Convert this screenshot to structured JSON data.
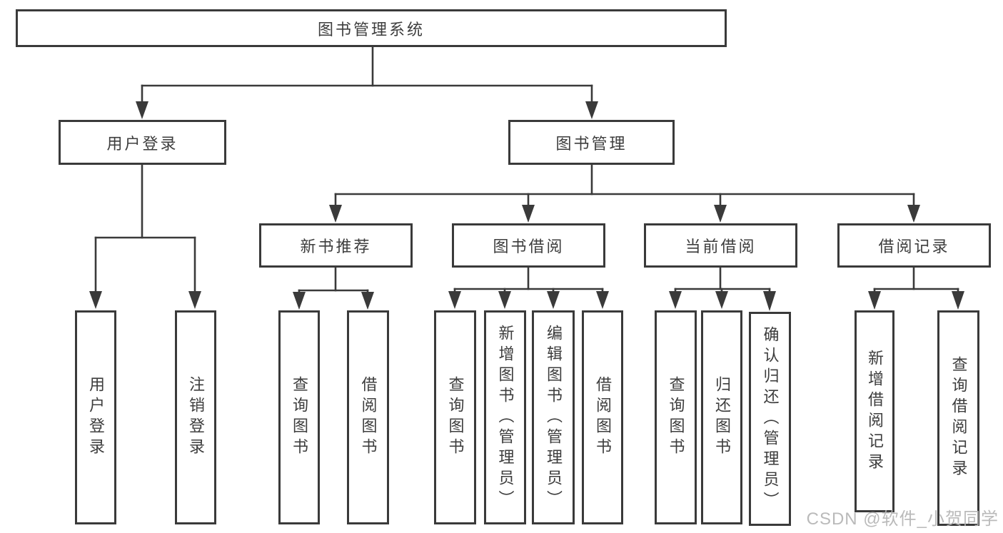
{
  "tree": {
    "root": {
      "label": "图书管理系统"
    },
    "children": [
      {
        "label": "用户登录",
        "children": [
          {
            "label": "用户登录"
          },
          {
            "label": "注销登录"
          }
        ]
      },
      {
        "label": "图书管理",
        "children": [
          {
            "label": "新书推荐",
            "children": [
              {
                "label": "查询图书"
              },
              {
                "label": "借阅图书"
              }
            ]
          },
          {
            "label": "图书借阅",
            "children": [
              {
                "label": "查询图书"
              },
              {
                "label": "新增图书（管理员）"
              },
              {
                "label": "编辑图书（管理员）"
              },
              {
                "label": "借阅图书"
              }
            ]
          },
          {
            "label": "当前借阅",
            "children": [
              {
                "label": "查询图书"
              },
              {
                "label": "归还图书"
              },
              {
                "label": "确认归还（管理员）"
              }
            ]
          },
          {
            "label": "借阅记录",
            "children": [
              {
                "label": "新增借阅记录"
              },
              {
                "label": "查询借阅记录"
              }
            ]
          }
        ]
      }
    ]
  },
  "watermark": {
    "text": "CSDN @软件_小贺同学"
  },
  "colors": {
    "line": "#3a3a3a",
    "text": "#3d3d3d",
    "background": "#ffffff",
    "watermark": "#b3b3b3"
  }
}
